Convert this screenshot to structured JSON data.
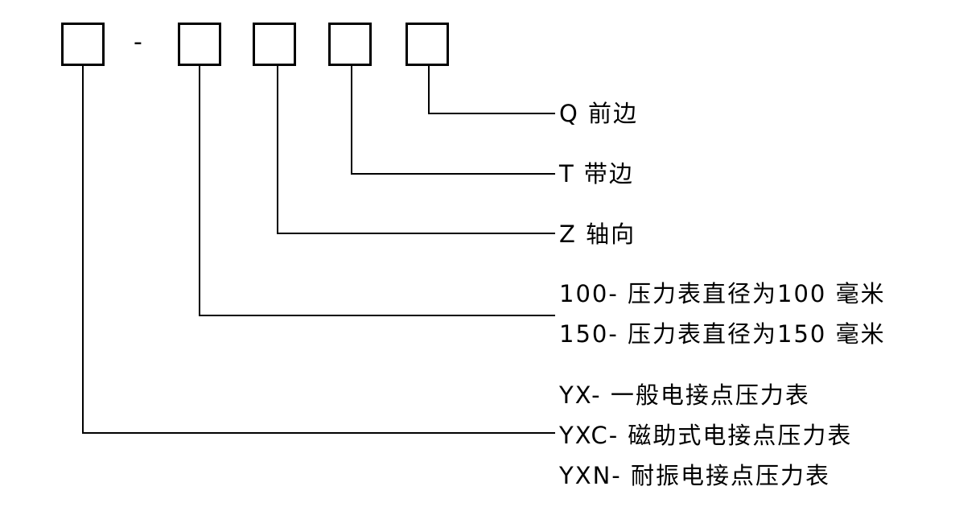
{
  "code_template": {
    "separator": "-"
  },
  "options": {
    "q": "Q 前边",
    "t": "T 带边",
    "z": "Z 轴向",
    "diameter_100": "100- 压力表直径为100 毫米",
    "diameter_150": "150- 压力表直径为150 毫米",
    "yx": "YX- 一般电接点压力表",
    "yxc": "YXC- 磁助式电接点压力表",
    "yxn": "YXN- 耐振电接点压力表"
  }
}
